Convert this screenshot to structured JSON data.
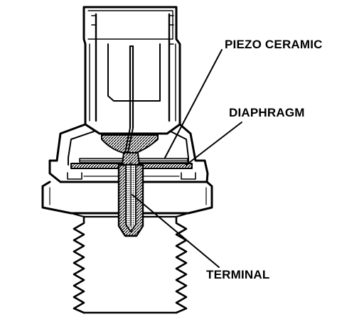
{
  "labels": {
    "piezo": "PIEZO CERAMIC",
    "diaphragm": "DIAPHRAGM",
    "terminal": "TERMINAL"
  },
  "colors": {
    "ink": "#000000",
    "paper": "#ffffff"
  }
}
